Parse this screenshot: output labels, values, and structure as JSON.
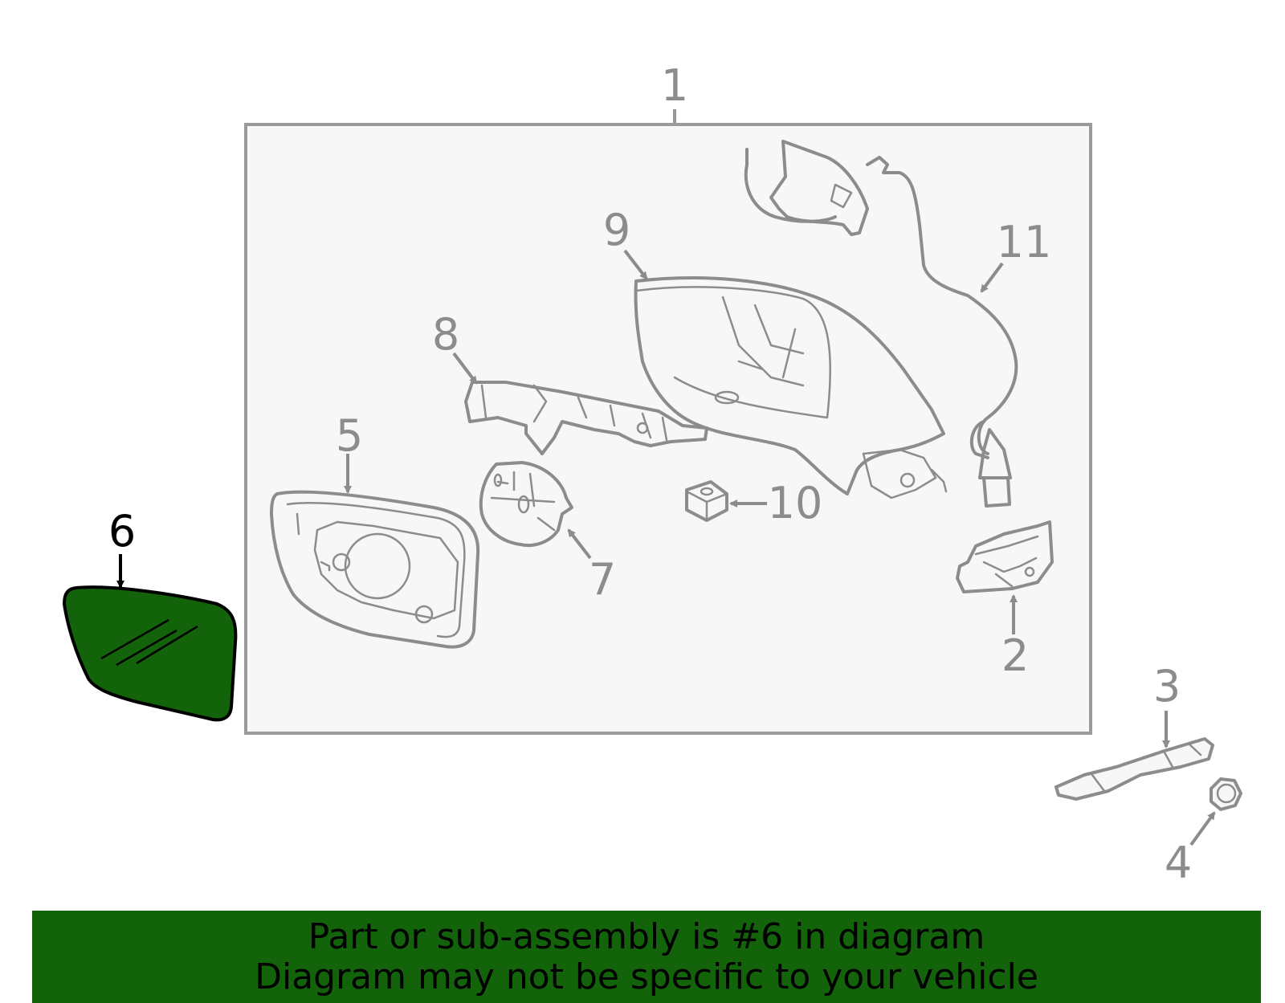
{
  "diagram": {
    "highlighted_part": "6",
    "highlight_color": "#13630a",
    "line_color": "#8c8c8c",
    "callouts": {
      "c1": "1",
      "c2": "2",
      "c3": "3",
      "c4": "4",
      "c5": "5",
      "c6": "6",
      "c7": "7",
      "c8": "8",
      "c9": "9",
      "c10": "10",
      "c11": "11"
    }
  },
  "banner": {
    "line1": "Part or sub-assembly is #6 in diagram",
    "line2": "Diagram may not be specific to your vehicle",
    "background_color": "#13630a"
  }
}
